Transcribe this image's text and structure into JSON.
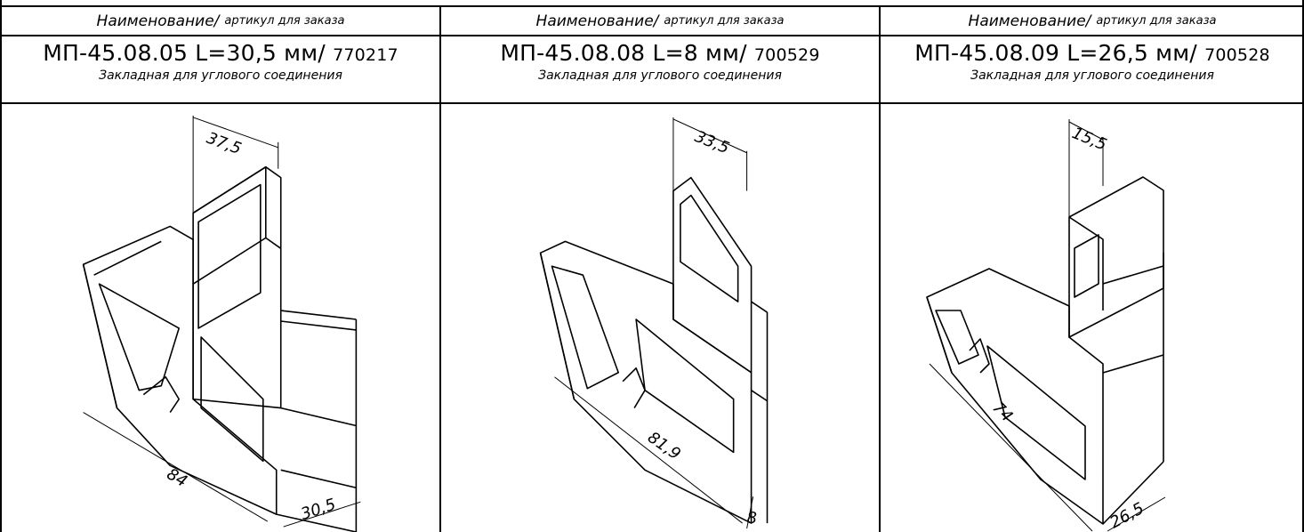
{
  "columns": [
    {
      "header_label": "Наименование/",
      "header_sublabel": "артикул для заказа",
      "product_code": "МП-45.08.05 L=30,5 мм/",
      "article": "770217",
      "description": "Закладная для углового соединения",
      "dimensions": {
        "top": "37,5",
        "length": "84",
        "width": "30,5"
      }
    },
    {
      "header_label": "Наименование/",
      "header_sublabel": "артикул для заказа",
      "product_code": "МП-45.08.08 L=8 мм/",
      "article": "700529",
      "description": "Закладная для углового соединения",
      "dimensions": {
        "top": "33,5",
        "length": "81,9",
        "width": "8"
      }
    },
    {
      "header_label": "Наименование/",
      "header_sublabel": "артикул для заказа",
      "product_code": "МП-45.08.09 L=26,5 мм/",
      "article": "700528",
      "description": "Закладная для углового соединения",
      "dimensions": {
        "top": "15,5",
        "length": "74",
        "width": "26,5"
      }
    }
  ]
}
